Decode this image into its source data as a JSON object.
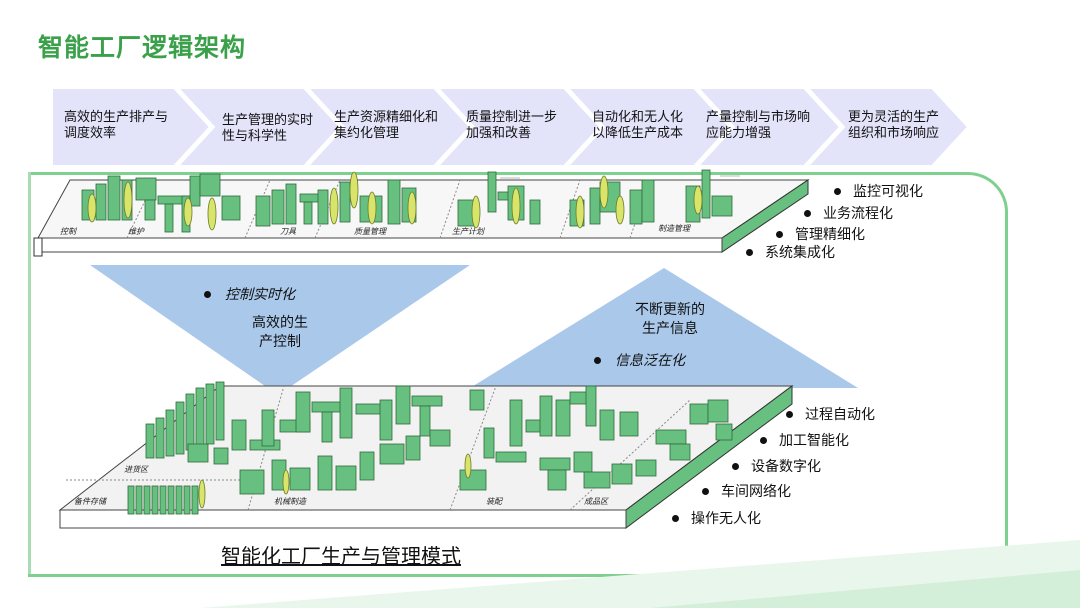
{
  "title": "智能工厂逻辑架构",
  "benefits": [
    {
      "line1": "高效的生产排产与",
      "line2": "调度效率"
    },
    {
      "line1": "生产管理的实时",
      "line2": "性与科学性"
    },
    {
      "line1": "生产资源精细化和",
      "line2": "集约化管理"
    },
    {
      "line1": "质量控制进一步",
      "line2": "加强和改善"
    },
    {
      "line1": "自动化和无人化",
      "line2": "以降低生产成本"
    },
    {
      "line1": "产量控制与市场响",
      "line2": "应能力增强"
    },
    {
      "line1": "更为灵活的生产",
      "line2": "组织和市场响应"
    }
  ],
  "upper_layer": {
    "zones": [
      "控制",
      "维护",
      "刀具",
      "质量管理",
      "生产计划",
      "制造管理"
    ],
    "features": [
      "监控可视化",
      "业务流程化",
      "管理精细化",
      "系统集成化"
    ]
  },
  "down_triangle": {
    "bullet": "控制实时化",
    "line1": "高效的生",
    "line2": "产控制"
  },
  "up_triangle": {
    "line1": "不断更新的",
    "line2": "生产信息",
    "bullet": "信息泛在化"
  },
  "lower_layer": {
    "zones": [
      "进货区",
      "备件存储",
      "机械制造",
      "装配",
      "成品区"
    ],
    "features": [
      "过程自动化",
      "加工智能化",
      "设备数字化",
      "车间网络化",
      "操作无人化"
    ]
  },
  "caption": "智能化工厂生产与管理模式",
  "colors": {
    "title": "#3aa14a",
    "accent_green": "#7fcf8e",
    "chevron": "#e3e3fa",
    "triangle": "#a9c8ea",
    "equipment": "#67c080",
    "column": "#d8e46a"
  }
}
